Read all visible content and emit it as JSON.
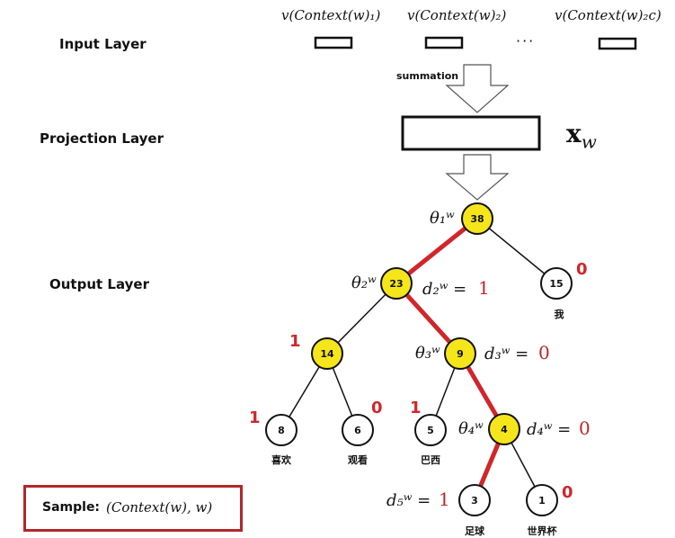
{
  "layers": {
    "input": "Input Layer",
    "projection": "Projection Layer",
    "output": "Output Layer"
  },
  "context_vectors": [
    "v(Context(w)₁)",
    "v(Context(w)₂)",
    "v(Context(w)₂c)"
  ],
  "ellipsis": "···",
  "summation": "summation",
  "projection_symbol": "x",
  "projection_subscript": "w",
  "tree": {
    "nodes": [
      {
        "id": "n38",
        "value": "38",
        "highlight": true
      },
      {
        "id": "n23",
        "value": "23",
        "highlight": true
      },
      {
        "id": "n15",
        "value": "15",
        "highlight": false,
        "word": "我",
        "code": "0"
      },
      {
        "id": "n14",
        "value": "14",
        "highlight": true,
        "code": "1"
      },
      {
        "id": "n9",
        "value": "9",
        "highlight": true
      },
      {
        "id": "n8",
        "value": "8",
        "highlight": false,
        "word": "喜欢",
        "code": "1"
      },
      {
        "id": "n6",
        "value": "6",
        "highlight": false,
        "word": "观看",
        "code": "0"
      },
      {
        "id": "n5",
        "value": "5",
        "highlight": false,
        "word": "巴西",
        "code": "1"
      },
      {
        "id": "n4",
        "value": "4",
        "highlight": true
      },
      {
        "id": "n3",
        "value": "3",
        "highlight": false,
        "word": "足球"
      },
      {
        "id": "n1",
        "value": "1",
        "highlight": false,
        "word": "世界杯",
        "code": "0"
      }
    ],
    "thetas": [
      "θ₁ʷ",
      "θ₂ʷ",
      "θ₃ʷ",
      "θ₄ʷ"
    ],
    "path_labels": [
      {
        "lhs": "d₂ʷ =",
        "rhs": "1"
      },
      {
        "lhs": "d₃ʷ =",
        "rhs": "0"
      },
      {
        "lhs": "d₄ʷ =",
        "rhs": "0"
      },
      {
        "lhs": "d₅ʷ =",
        "rhs": "1"
      }
    ]
  },
  "sample": {
    "label": "Sample:",
    "expr": "(Context(w), w)"
  },
  "colors": {
    "highlight_fill": "#f5e51b",
    "path_red": "#d0262b",
    "box_border": "#b3262b"
  }
}
